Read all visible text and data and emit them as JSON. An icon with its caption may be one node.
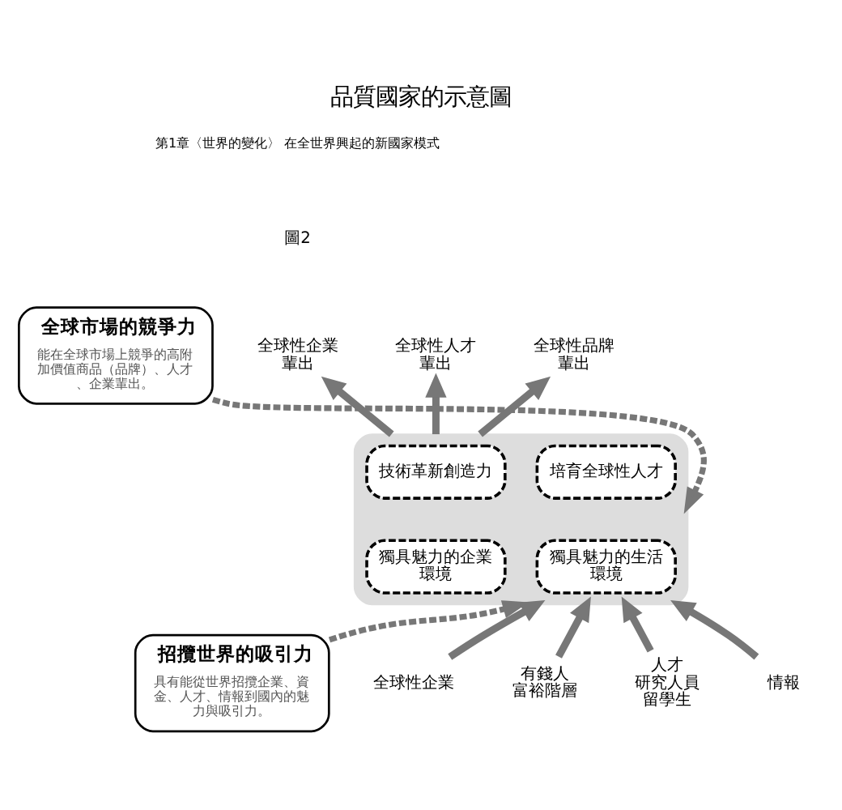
{
  "diagram": {
    "title": "品質國家的示意圖",
    "nodes": [
      {
        "text": [
          "全球市場的競爭力",
          "能在全球市場上競爭的高附加價值商品（品牌）、人才、企業輩出。"
        ]
      },
      {
        "text": [
          "招攬世界的吸引力",
          "具有能從世界招攬企業、資金、人才、情報到國內的魅力與吸引力。"
        ]
      },
      {
        "text": [],
        "shape": "box"
      },
      {
        "text": [
          "技術革新創造力"
        ],
        "in": 2
      },
      {
        "text": [
          "培育全球性人才"
        ],
        "in": 2
      },
      {
        "text": [
          "獨具魅力的企業環境"
        ],
        "in": 2
      },
      {
        "text": [
          "獨具魅力的生活環境"
        ],
        "in": 2
      },
      {
        "text": [
          "全球性企業輩出"
        ]
      },
      {
        "text": [
          "全球性人才輩出"
        ]
      },
      {
        "text": [
          "全球性品牌輩出"
        ]
      },
      {
        "text": [
          "全球性企業"
        ]
      },
      {
        "text": [
          "有錢人",
          "富裕階層"
        ]
      },
      {
        "text": [
          "人才",
          "研究人員",
          "留學生"
        ]
      },
      {
        "text": [
          "情報"
        ]
      }
    ],
    "edges": [
      {
        "from": 0,
        "to": 2,
        "arrow": "to",
        "style": "dashed"
      },
      {
        "from": 1,
        "to": 2,
        "arrow": "to",
        "style": "dashed"
      },
      {
        "from": 2,
        "to": 7,
        "arrow": "to"
      },
      {
        "from": 2,
        "to": 8,
        "arrow": "to"
      },
      {
        "from": 2,
        "to": 9,
        "arrow": "to"
      },
      {
        "from": 10,
        "to": 2,
        "arrow": "to"
      },
      {
        "from": 11,
        "to": 2,
        "arrow": "to"
      },
      {
        "from": 12,
        "to": 2,
        "arrow": "to"
      },
      {
        "from": 13,
        "to": 2,
        "arrow": "to"
      }
    ],
    "labels": [
      "第1章〈世界的變化〉 在全世界興起的新國家模式",
      "圖2"
    ]
  }
}
